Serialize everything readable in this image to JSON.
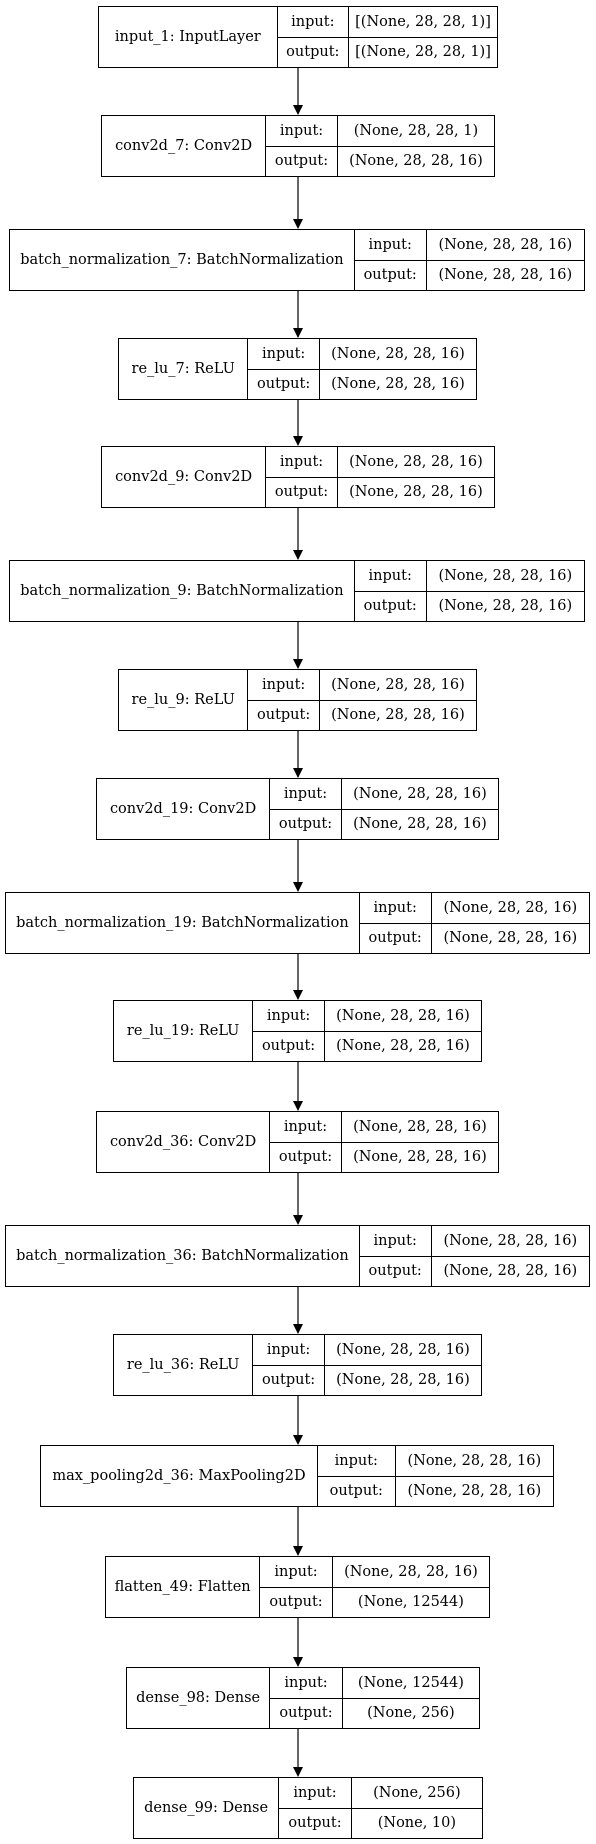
{
  "io_labels": {
    "input": "input:",
    "output": "output:"
  },
  "layers": [
    {
      "name": "input_1: InputLayer",
      "input": "[(None, 28, 28, 1)]",
      "output": "[(None, 28, 28, 1)]"
    },
    {
      "name": "conv2d_7: Conv2D",
      "input": "(None, 28, 28, 1)",
      "output": "(None, 28, 28, 16)"
    },
    {
      "name": "batch_normalization_7: BatchNormalization",
      "input": "(None, 28, 28, 16)",
      "output": "(None, 28, 28, 16)"
    },
    {
      "name": "re_lu_7: ReLU",
      "input": "(None, 28, 28, 16)",
      "output": "(None, 28, 28, 16)"
    },
    {
      "name": "conv2d_9: Conv2D",
      "input": "(None, 28, 28, 16)",
      "output": "(None, 28, 28, 16)"
    },
    {
      "name": "batch_normalization_9: BatchNormalization",
      "input": "(None, 28, 28, 16)",
      "output": "(None, 28, 28, 16)"
    },
    {
      "name": "re_lu_9: ReLU",
      "input": "(None, 28, 28, 16)",
      "output": "(None, 28, 28, 16)"
    },
    {
      "name": "conv2d_19: Conv2D",
      "input": "(None, 28, 28, 16)",
      "output": "(None, 28, 28, 16)"
    },
    {
      "name": "batch_normalization_19: BatchNormalization",
      "input": "(None, 28, 28, 16)",
      "output": "(None, 28, 28, 16)"
    },
    {
      "name": "re_lu_19: ReLU",
      "input": "(None, 28, 28, 16)",
      "output": "(None, 28, 28, 16)"
    },
    {
      "name": "conv2d_36: Conv2D",
      "input": "(None, 28, 28, 16)",
      "output": "(None, 28, 28, 16)"
    },
    {
      "name": "batch_normalization_36: BatchNormalization",
      "input": "(None, 28, 28, 16)",
      "output": "(None, 28, 28, 16)"
    },
    {
      "name": "re_lu_36: ReLU",
      "input": "(None, 28, 28, 16)",
      "output": "(None, 28, 28, 16)"
    },
    {
      "name": "max_pooling2d_36: MaxPooling2D",
      "input": "(None, 28, 28, 16)",
      "output": "(None, 28, 28, 16)"
    },
    {
      "name": "flatten_49: Flatten",
      "input": "(None, 28, 28, 16)",
      "output": "(None, 12544)"
    },
    {
      "name": "dense_98: Dense",
      "input": "(None, 12544)",
      "output": "(None, 256)"
    },
    {
      "name": "dense_99: Dense",
      "input": "(None, 256)",
      "output": "(None, 10)"
    }
  ]
}
